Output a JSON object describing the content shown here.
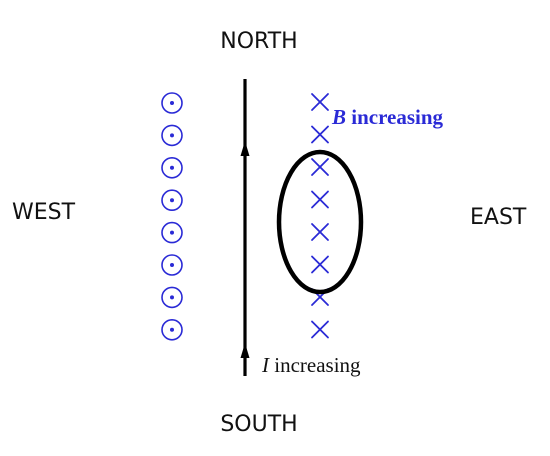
{
  "compass": {
    "north": "NORTH",
    "south": "SOUTH",
    "west": "WEST",
    "east": "EAST"
  },
  "wire": {
    "current_symbol": "I",
    "current_text": " increasing"
  },
  "field": {
    "symbol": "B",
    "text": " increasing",
    "out_of_page_marker_count": 8,
    "into_page_marker_count": 8
  },
  "colors": {
    "field_marks": "#2a2ad6",
    "field_label": "#2a2ad6",
    "wire": "#000000",
    "loop": "#000000",
    "text": "#111111"
  }
}
